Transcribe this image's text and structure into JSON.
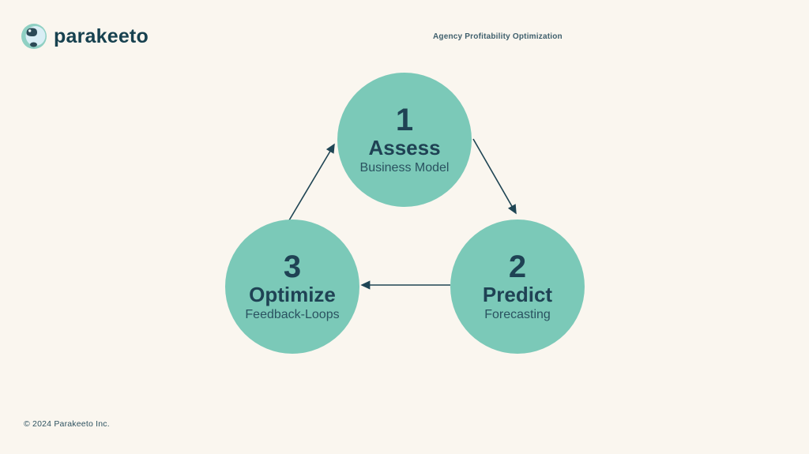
{
  "brand": {
    "logo_text": "parakeeto",
    "logo_icon": "parakeet-bird-icon"
  },
  "header": {
    "title": "Agency Profitability Optimization"
  },
  "cycle": {
    "steps": [
      {
        "number": "1",
        "title": "Assess",
        "subtitle": "Business Model"
      },
      {
        "number": "2",
        "title": "Predict",
        "subtitle": "Forecasting"
      },
      {
        "number": "3",
        "title": "Optimize",
        "subtitle": "Feedback-Loops"
      }
    ],
    "flow": [
      "1 -> 2",
      "2 -> 3",
      "3 -> 1"
    ]
  },
  "footer": {
    "copyright": "© 2024 Parakeeto Inc."
  },
  "colors": {
    "background": "#faf6ef",
    "circle_fill": "#7bc9b8",
    "text_dark": "#1f4254",
    "text_subtitle": "#2a5260",
    "arrow": "#1f4554",
    "logo_text": "#17414f"
  }
}
